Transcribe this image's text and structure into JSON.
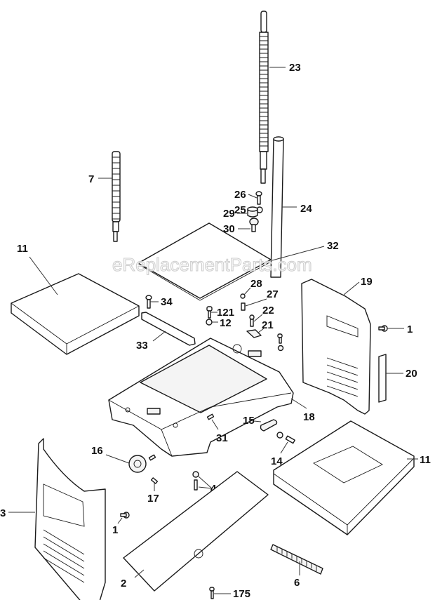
{
  "watermark": "eReplacementParts.com",
  "parts": {
    "p1a": "1",
    "p1b": "1",
    "p2": "2",
    "p3": "3",
    "p4": "4",
    "p6": "6",
    "p7": "7",
    "p11a": "11",
    "p11b": "11",
    "p12": "12",
    "p14": "14",
    "p15": "15",
    "p16": "16",
    "p17": "17",
    "p18": "18",
    "p19": "19",
    "p20": "20",
    "p21": "21",
    "p22": "22",
    "p23": "23",
    "p24": "24",
    "p25": "25",
    "p26": "26",
    "p27": "27",
    "p28": "28",
    "p29": "29",
    "p30": "30",
    "p31": "31",
    "p32": "32",
    "p33": "33",
    "p34": "34",
    "p121": "121",
    "p175": "175"
  }
}
